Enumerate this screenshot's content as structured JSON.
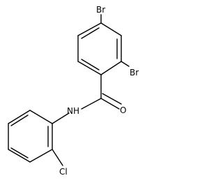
{
  "molecule": {
    "atoms": {
      "br_top": "Br",
      "br_right": "Br",
      "oxygen": "O",
      "amide_nh": "NH",
      "chlorine": "Cl"
    },
    "colors": {
      "bond": "#000000",
      "label": "#000000",
      "background": "#ffffff"
    }
  }
}
